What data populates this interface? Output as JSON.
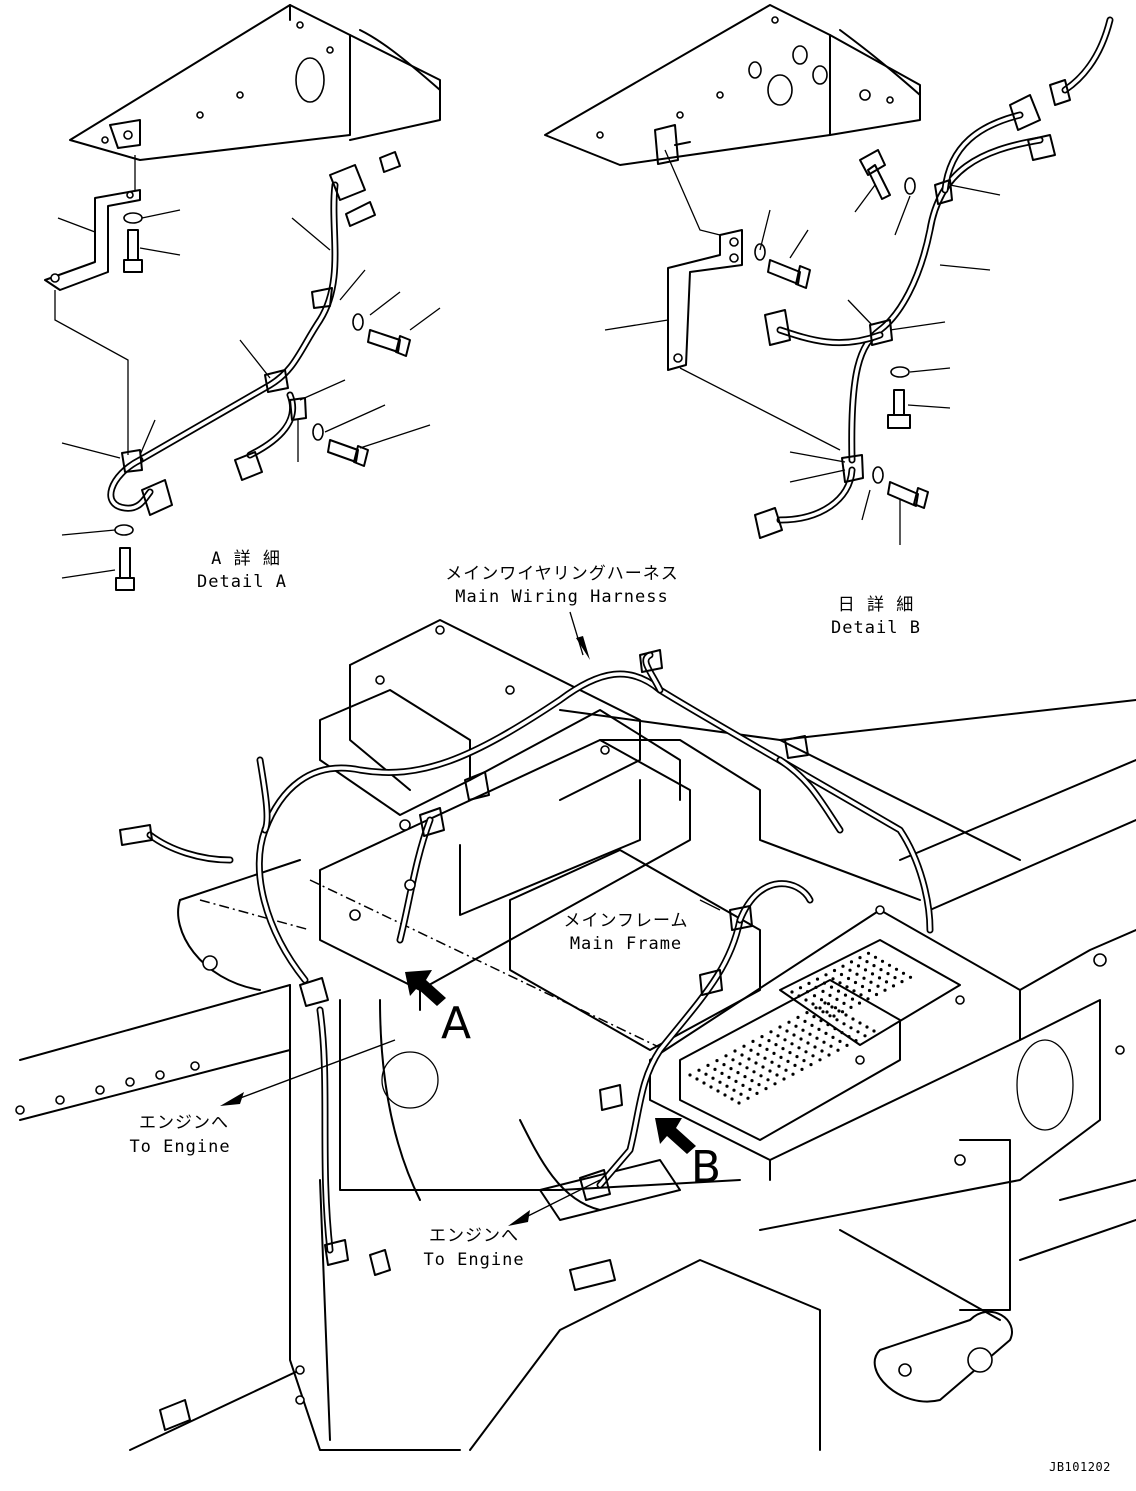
{
  "labels": {
    "detail_a_jp": "A 詳 細",
    "detail_a_en": "Detail A",
    "detail_b_jp": "日 詳 細",
    "detail_b_en": "Detail B",
    "harness_jp": "メインワイヤリングハーネス",
    "harness_en": "Main Wiring Harness",
    "frame_jp": "メインフレーム",
    "frame_en": "Main Frame",
    "engine1_jp": "エンジンへ",
    "engine1_en": "To Engine",
    "engine2_jp": "エンジンへ",
    "engine2_en": "To Engine",
    "marker_a": "A",
    "marker_b": "B",
    "drawing_code": "JB101202"
  }
}
